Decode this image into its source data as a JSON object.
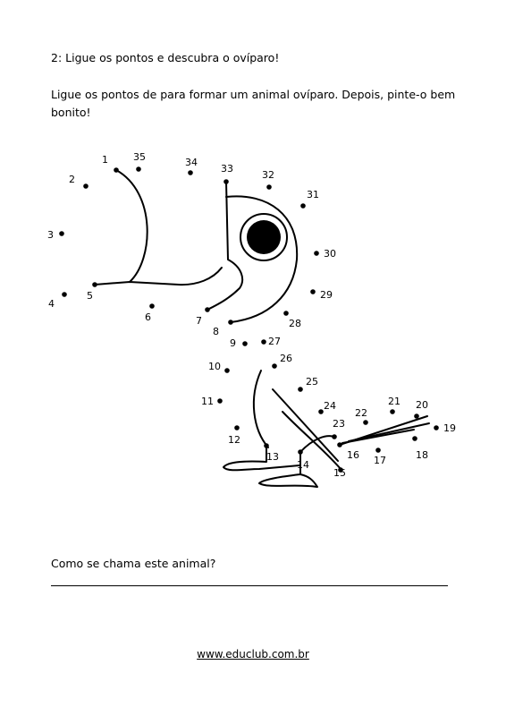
{
  "heading": "2: Ligue os pontos e descubra o ovíparo!",
  "instruction": "Ligue os pontos de para formar um animal ovíparo. Depois, pinte-o bem bonito!",
  "question": "Como se chama este animal?",
  "footer": "www.educlub.com.br",
  "dots": [
    "1",
    "2",
    "3",
    "4",
    "5",
    "6",
    "7",
    "8",
    "9",
    "10",
    "11",
    "12",
    "13",
    "14",
    "15",
    "16",
    "17",
    "18",
    "19",
    "20",
    "21",
    "22",
    "23",
    "24",
    "25",
    "26",
    "27",
    "28",
    "29",
    "30",
    "31",
    "32",
    "33",
    "34",
    "35"
  ]
}
